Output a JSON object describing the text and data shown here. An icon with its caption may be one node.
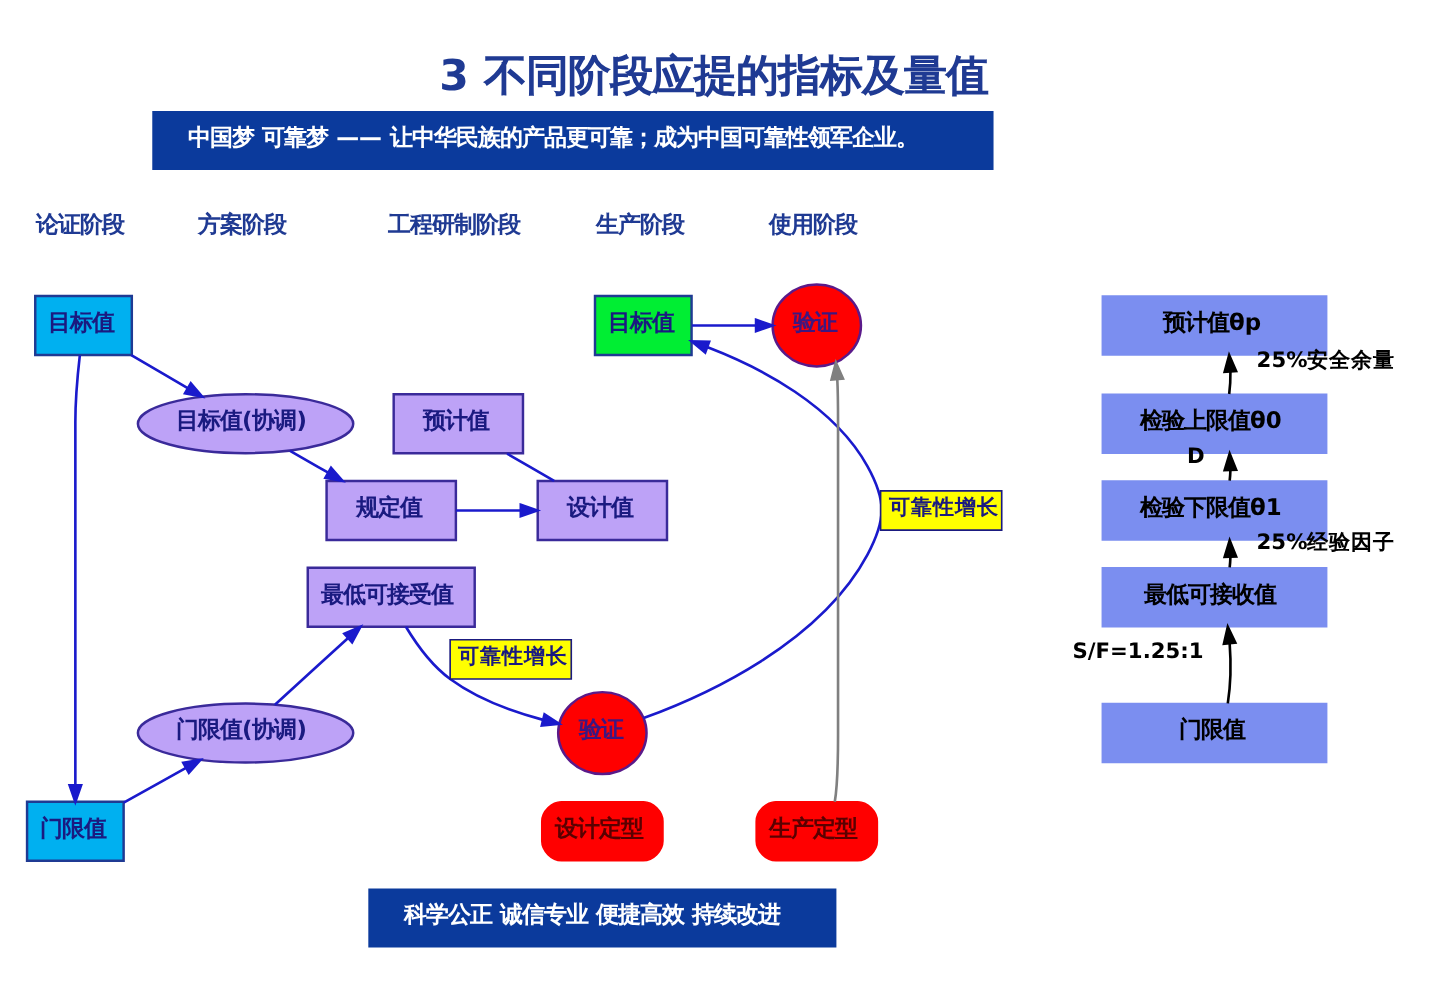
{
  "diagram": {
    "title": "3 不同阶段应提的指标及量值",
    "nodes": [
      {
        "text": [
          "目标值"
        ]
      },
      {
        "text": [
          "目标值(协调)"
        ]
      },
      {
        "text": [
          "规定值"
        ]
      },
      {
        "text": [
          "预计值"
        ]
      },
      {
        "text": [
          "设计值"
        ]
      },
      {
        "text": [
          "门限值"
        ]
      },
      {
        "text": [
          "门限值(协调)"
        ]
      },
      {
        "text": [
          "最低可接受值"
        ]
      },
      {
        "text": [
          "验证"
        ]
      },
      {
        "text": [
          "设计定型"
        ]
      },
      {
        "text": [
          "目标值"
        ]
      },
      {
        "text": [
          "验证"
        ]
      },
      {
        "text": [
          "生产定型"
        ]
      },
      {
        "text": [
          "预计值θp"
        ]
      },
      {
        "text": [
          "检验上限值θ0"
        ]
      },
      {
        "text": [
          "检验下限值θ1"
        ]
      },
      {
        "text": [
          "最低可接收值"
        ]
      },
      {
        "text": [
          "门限值"
        ]
      }
    ],
    "edges": [
      {
        "from": 0,
        "to": 1,
        "arrow": "to"
      },
      {
        "from": 1,
        "to": 2,
        "arrow": "to"
      },
      {
        "from": 2,
        "to": 4,
        "arrow": "to"
      },
      {
        "from": 3,
        "to": 4,
        "arrow": "none"
      },
      {
        "from": 0,
        "to": 5,
        "arrow": "to"
      },
      {
        "from": 5,
        "to": 6,
        "arrow": "to"
      },
      {
        "from": 6,
        "to": 7,
        "arrow": "to"
      },
      {
        "from": 7,
        "to": 8,
        "arrow": "to",
        "label": "可靠性增长"
      },
      {
        "from": 8,
        "to": 10,
        "arrow": "to",
        "label": "可靠性增长"
      },
      {
        "from": 10,
        "to": 11,
        "arrow": "to"
      },
      {
        "from": 12,
        "to": 11,
        "arrow": "to",
        "color": "#808080"
      },
      {
        "from": 17,
        "to": 16,
        "arrow": "to",
        "label": "S/F=1.25:1",
        "color": "#000000"
      },
      {
        "from": 16,
        "to": 15,
        "arrow": "to",
        "label": "25%经验因子",
        "color": "#000000"
      },
      {
        "from": 15,
        "to": 14,
        "arrow": "to",
        "label": "D",
        "color": "#000000"
      },
      {
        "from": 14,
        "to": 13,
        "arrow": "to",
        "label": "25%安全余量",
        "color": "#000000"
      }
    ],
    "labels": [
      "中国梦 可靠梦 —— 让中华民族的产品更可靠；成为中国可靠性领军企业。",
      "论证阶段",
      "方案阶段",
      "工程研制阶段",
      "生产阶段",
      "使用阶段",
      "科学公正 诚信专业 便捷高效 持续改进"
    ]
  }
}
